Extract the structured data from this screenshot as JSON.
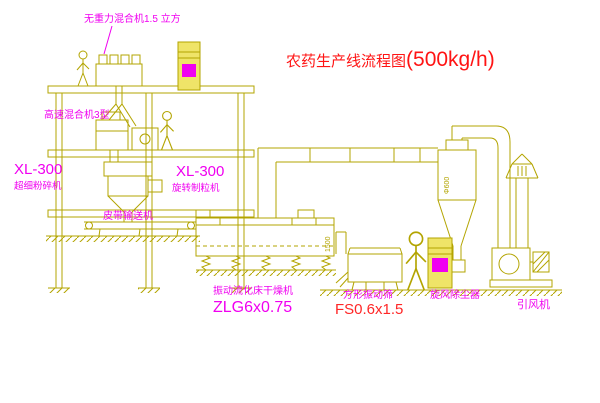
{
  "title": {
    "main": "农药生产线流程图",
    "capacity": "(500kg/h)"
  },
  "labels": {
    "gravity_mixer": "无重力混合机1.5 立方",
    "high_speed_mixer": "高速混合机3型",
    "pulverizer_model": "XL-300",
    "pulverizer_name": "超细粉碎机",
    "granulator_model": "XL-300",
    "granulator_name": "旋转制粒机",
    "belt_conveyor": "皮带输送机",
    "dryer_name": "振动流化床干燥机",
    "dryer_model": "ZLG6x0.75",
    "sieve_name": "方形振动筛",
    "sieve_model": "FS0.6x1.5",
    "cyclone": "旋风除尘器",
    "fan": "引风机"
  },
  "dimensions": {
    "duct_height": "1500",
    "cyclone_dia": "Φ600"
  },
  "colors": {
    "line": "#b3a400",
    "label": "#f000f0",
    "title": "#ff1414",
    "model": "#ff2626",
    "cabinet": "#efe468",
    "magenta": "#f000f0"
  }
}
